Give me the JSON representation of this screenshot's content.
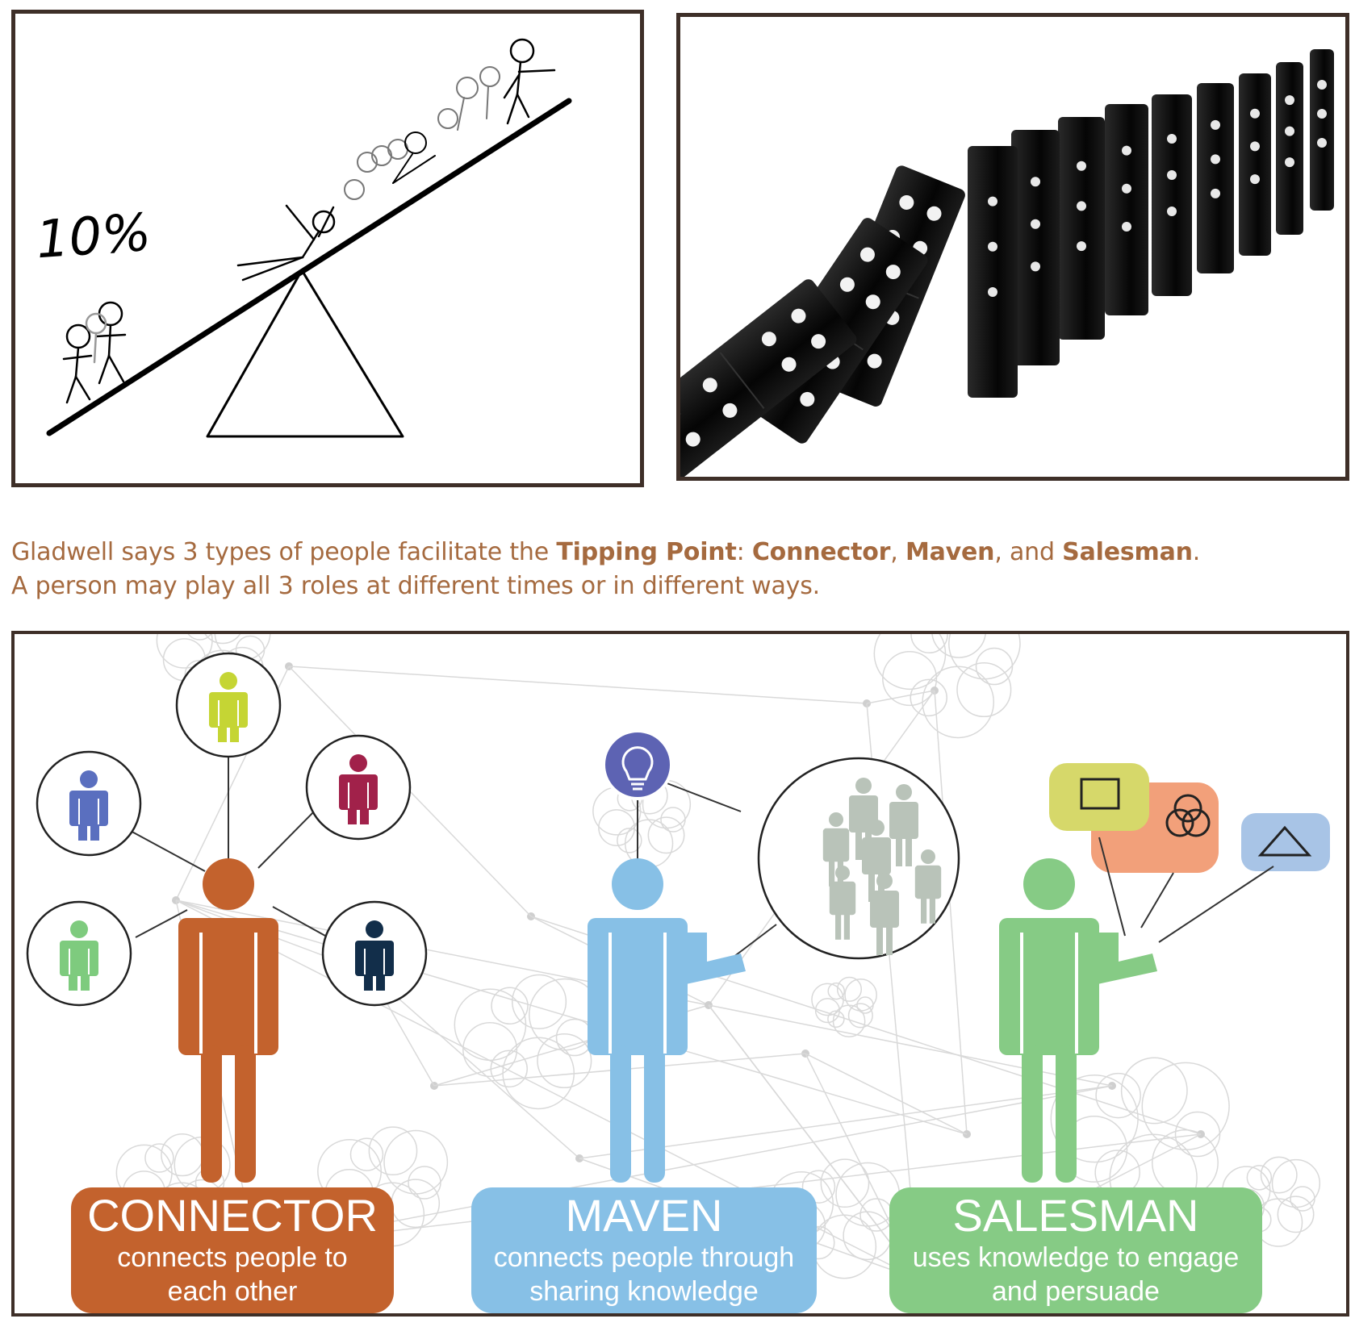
{
  "seesaw_panel": {
    "percent_label": "10%"
  },
  "domino_panel": {
    "icon": "falling-dominoes"
  },
  "caption": {
    "line1_part1": "Gladwell says 3 types of people facilitate the ",
    "term_tipping_point": "Tipping Point",
    "colon": ": ",
    "term_connector": "Connector",
    "comma1": ", ",
    "term_maven": "Maven",
    "comma_and": ", and ",
    "term_salesman": "Salesman",
    "period": ".",
    "line2": "A person may play all 3 roles at different times or in different ways."
  },
  "roles": {
    "connector": {
      "title": "CONNECTOR",
      "desc_line1": "connects people to",
      "desc_line2": "each other",
      "color": "#c3622d"
    },
    "maven": {
      "title": "MAVEN",
      "desc_line1": "connects people through",
      "desc_line2": "sharing knowledge",
      "color": "#87c0e6"
    },
    "salesman": {
      "title": "SALESMAN",
      "desc_line1": "uses knowledge to engage",
      "desc_line2": "and persuade",
      "color": "#86cb85"
    }
  },
  "colors": {
    "caption_text": "#a56a3f",
    "frame_border": "#3e2f28",
    "person_lime": "#c5d534",
    "person_blue": "#5a6fbf",
    "person_crimson": "#a1214a",
    "person_green": "#7ecb7e",
    "person_navy": "#122e4a",
    "lightbulb_bg": "#5d63b3",
    "crowd_gray": "#b9c3b9"
  }
}
